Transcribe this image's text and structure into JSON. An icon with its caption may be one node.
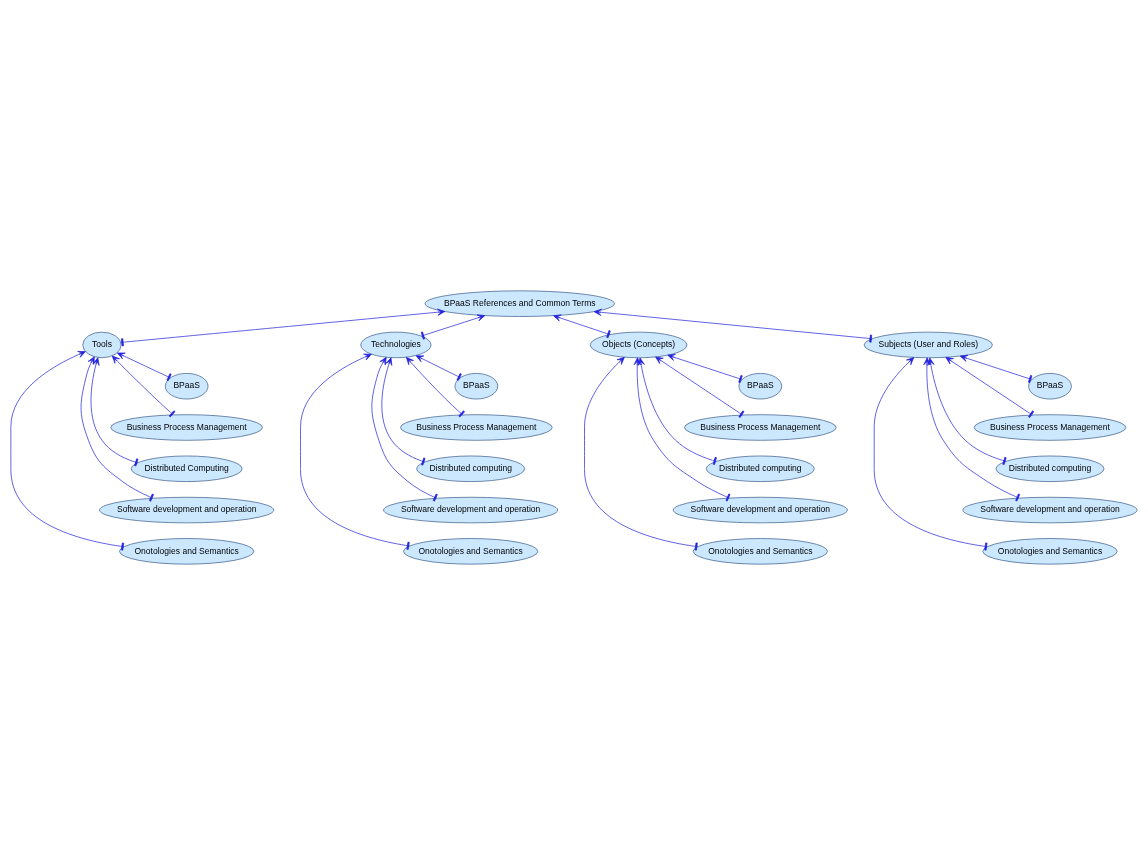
{
  "diagram": {
    "nodes": [
      {
        "text": [
          "BPaaS References and Common Terms"
        ]
      },
      {
        "text": [
          "Tools"
        ]
      },
      {
        "text": [
          "Technologies"
        ]
      },
      {
        "text": [
          "Objects (Concepts)"
        ]
      },
      {
        "text": [
          "Subjects (User and Roles)"
        ]
      },
      {
        "text": [
          "BPaaS"
        ]
      },
      {
        "text": [
          "Business Process Management"
        ]
      },
      {
        "text": [
          "Distributed Computing"
        ]
      },
      {
        "text": [
          "Software development and operation"
        ]
      },
      {
        "text": [
          "Onotologies and Semantics"
        ]
      },
      {
        "text": [
          "BPaaS"
        ]
      },
      {
        "text": [
          "Business Process Management"
        ]
      },
      {
        "text": [
          "Distributed computing"
        ]
      },
      {
        "text": [
          "Software development and operation"
        ]
      },
      {
        "text": [
          "Onotologies and Semantics"
        ]
      },
      {
        "text": [
          "BPaaS"
        ]
      },
      {
        "text": [
          "Business Process Management"
        ]
      },
      {
        "text": [
          "Distributed computing"
        ]
      },
      {
        "text": [
          "Software development and operation"
        ]
      },
      {
        "text": [
          "Onotologies and Semantics"
        ]
      },
      {
        "text": [
          "BPaaS"
        ]
      },
      {
        "text": [
          "Business Process Management"
        ]
      },
      {
        "text": [
          "Distributed computing"
        ]
      },
      {
        "text": [
          "Software development and operation"
        ]
      },
      {
        "text": [
          "Onotologies and Semantics"
        ]
      }
    ],
    "edges": [
      {
        "from": 1,
        "to": 0,
        "arrow": "to"
      },
      {
        "from": 2,
        "to": 0,
        "arrow": "to"
      },
      {
        "from": 3,
        "to": 0,
        "arrow": "to"
      },
      {
        "from": 4,
        "to": 0,
        "arrow": "to"
      },
      {
        "from": 5,
        "to": 1,
        "arrow": "to"
      },
      {
        "from": 6,
        "to": 1,
        "arrow": "to"
      },
      {
        "from": 7,
        "to": 1,
        "arrow": "to"
      },
      {
        "from": 8,
        "to": 1,
        "arrow": "to"
      },
      {
        "from": 9,
        "to": 1,
        "arrow": "to"
      },
      {
        "from": 10,
        "to": 2,
        "arrow": "to"
      },
      {
        "from": 11,
        "to": 2,
        "arrow": "to"
      },
      {
        "from": 12,
        "to": 2,
        "arrow": "to"
      },
      {
        "from": 13,
        "to": 2,
        "arrow": "to"
      },
      {
        "from": 14,
        "to": 2,
        "arrow": "to"
      },
      {
        "from": 15,
        "to": 3,
        "arrow": "to"
      },
      {
        "from": 16,
        "to": 3,
        "arrow": "to"
      },
      {
        "from": 17,
        "to": 3,
        "arrow": "to"
      },
      {
        "from": 18,
        "to": 3,
        "arrow": "to"
      },
      {
        "from": 19,
        "to": 3,
        "arrow": "to"
      },
      {
        "from": 20,
        "to": 4,
        "arrow": "to"
      },
      {
        "from": 21,
        "to": 4,
        "arrow": "to"
      },
      {
        "from": 22,
        "to": 4,
        "arrow": "to"
      },
      {
        "from": 23,
        "to": 4,
        "arrow": "to"
      },
      {
        "from": 24,
        "to": 4,
        "arrow": "to"
      }
    ]
  }
}
